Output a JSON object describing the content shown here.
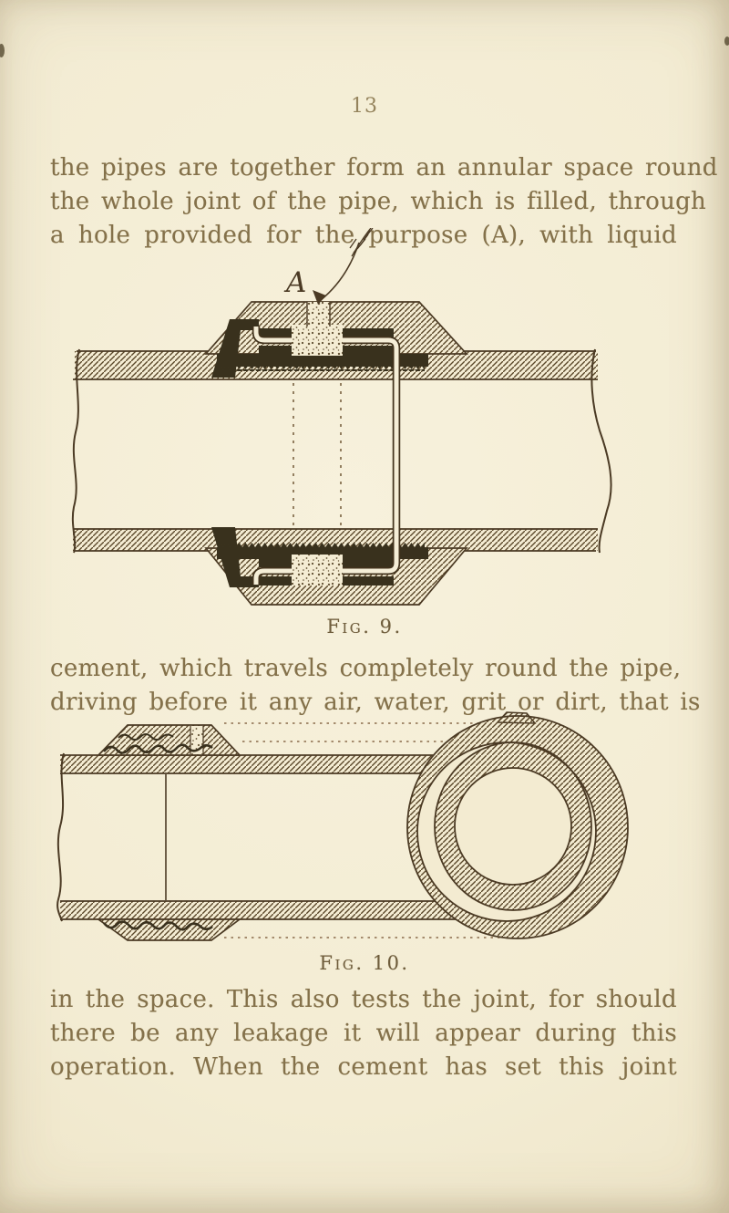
{
  "page": {
    "number": "13",
    "paper_color": "#f3ecd3",
    "ink_color": "#4b3a24",
    "text_color": "#84714a",
    "dark_fill_color": "#39311d"
  },
  "paragraphs": {
    "top": {
      "lines": [
        "the pipes are together form an annular space round",
        "the whole joint of the pipe, which is filled, through",
        "a hole provided for the purpose (A), with liquid"
      ]
    },
    "middle": {
      "lines": [
        "cement, which travels completely round the pipe,",
        "driving before it any air, water, grit or dirt, that is"
      ]
    },
    "bottom": {
      "lines": [
        "in the space. This also tests the joint, for should",
        "there be any leakage it will appear during this",
        "operation. When the cement has set this joint"
      ]
    }
  },
  "figures": {
    "fig9": {
      "caption": "Fig. 9.",
      "label_a": "A"
    },
    "fig10": {
      "caption": "Fig. 10."
    }
  }
}
